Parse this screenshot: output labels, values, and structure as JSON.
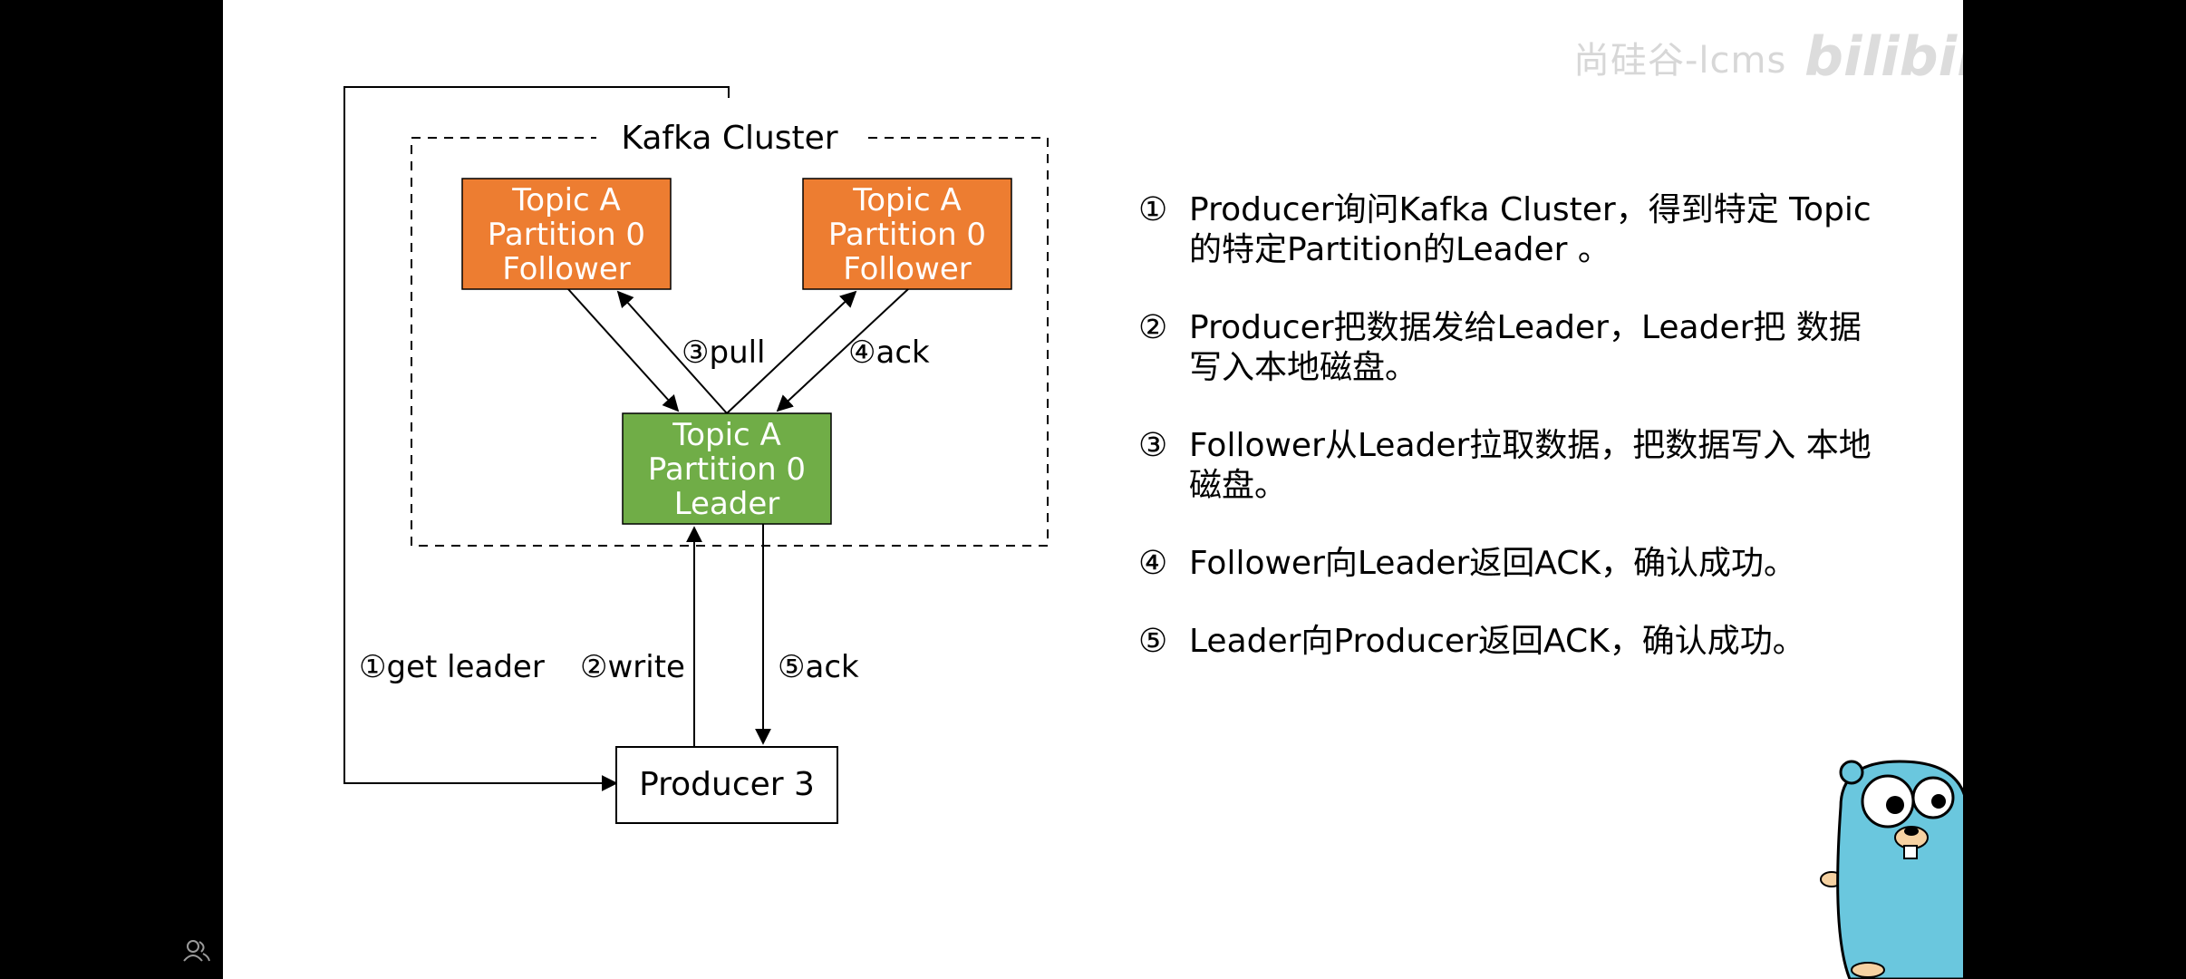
{
  "diagram": {
    "cluster_label": "Kafka Cluster",
    "follower_left": {
      "line1": "Topic A",
      "line2": "Partition 0",
      "line3": "Follower"
    },
    "follower_right": {
      "line1": "Topic A",
      "line2": "Partition 0",
      "line3": "Follower"
    },
    "leader": {
      "line1": "Topic A",
      "line2": "Partition 0",
      "line3": "Leader"
    },
    "producer": "Producer 3",
    "edge_pull": "③pull",
    "edge_ack_follower": "④ack",
    "edge_get_leader": "①get leader",
    "edge_write": "②write",
    "edge_ack_leader": "⑤ack",
    "colors": {
      "follower": "#ED7D31",
      "leader": "#70AD47",
      "border": "#000000"
    }
  },
  "steps": [
    {
      "num": "①",
      "text": "Producer询问Kafka Cluster，得到特定 Topic的特定Partition的Leader 。"
    },
    {
      "num": "②",
      "text": "Producer把数据发给Leader，Leader把 数据写入本地磁盘。"
    },
    {
      "num": "③",
      "text": "Follower从Leader拉取数据，把数据写入 本地磁盘。"
    },
    {
      "num": "④",
      "text": "Follower向Leader返回ACK，确认成功。"
    },
    {
      "num": "⑤",
      "text": "Leader向Producer返回ACK，确认成功。"
    }
  ],
  "watermark": "尚硅谷-lcms",
  "watermark_logo": "bilibili",
  "icons": {
    "side": "user-icon",
    "mascot": "gopher-mascot"
  }
}
